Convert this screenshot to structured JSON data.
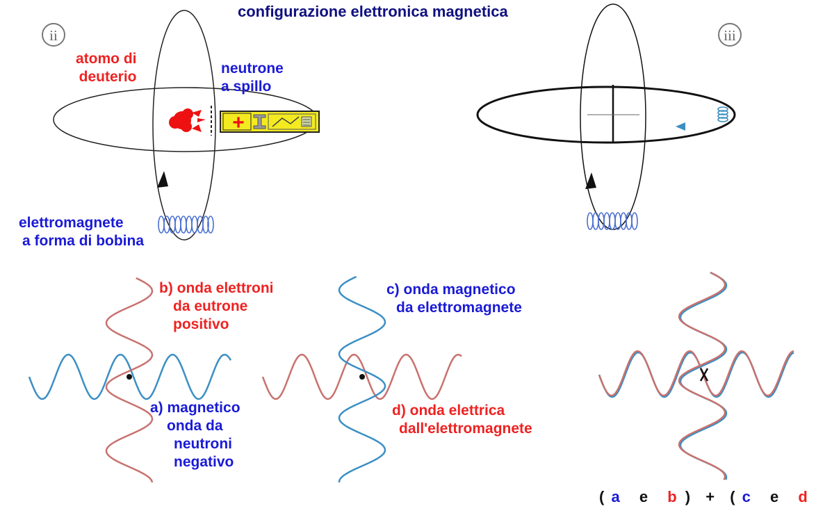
{
  "title": "configurazione elettronica magnetica",
  "panel_ii": {
    "marker": "ii",
    "atom_label_1": "atomo di",
    "atom_label_2": "deuterio",
    "neutron_label_1": "neutrone",
    "neutron_label_2": "a spillo",
    "coil_label_1": "elettromagnete",
    "coil_label_2": "a forma di bobina",
    "plus_symbol": "+"
  },
  "panel_iii": {
    "marker": "iii"
  },
  "waves": {
    "b_1": "b) onda elettroni",
    "b_2": "da eutrone",
    "b_3": "positivo",
    "a_1": "a) magnetico",
    "a_2": "onda da",
    "a_3": "neutroni",
    "a_4": "negativo",
    "c_1": "c) onda magnetico",
    "c_2": "da elettromagnete",
    "d_1": "d) onda elettrica",
    "d_2": "dall'elettromagnete"
  },
  "formula": {
    "open1": "(",
    "a": "a",
    "e1": "e",
    "b": "b",
    "close1": ")",
    "plus": "+",
    "open2": "(",
    "c": "c",
    "e2": "e",
    "d": "d",
    "close2": ")"
  },
  "colors": {
    "blue_label": "#1a1ad6",
    "red_label": "#ee2222",
    "title": "#101080",
    "wave_blue": "#3b8fc4",
    "wave_red": "#c8726e"
  }
}
